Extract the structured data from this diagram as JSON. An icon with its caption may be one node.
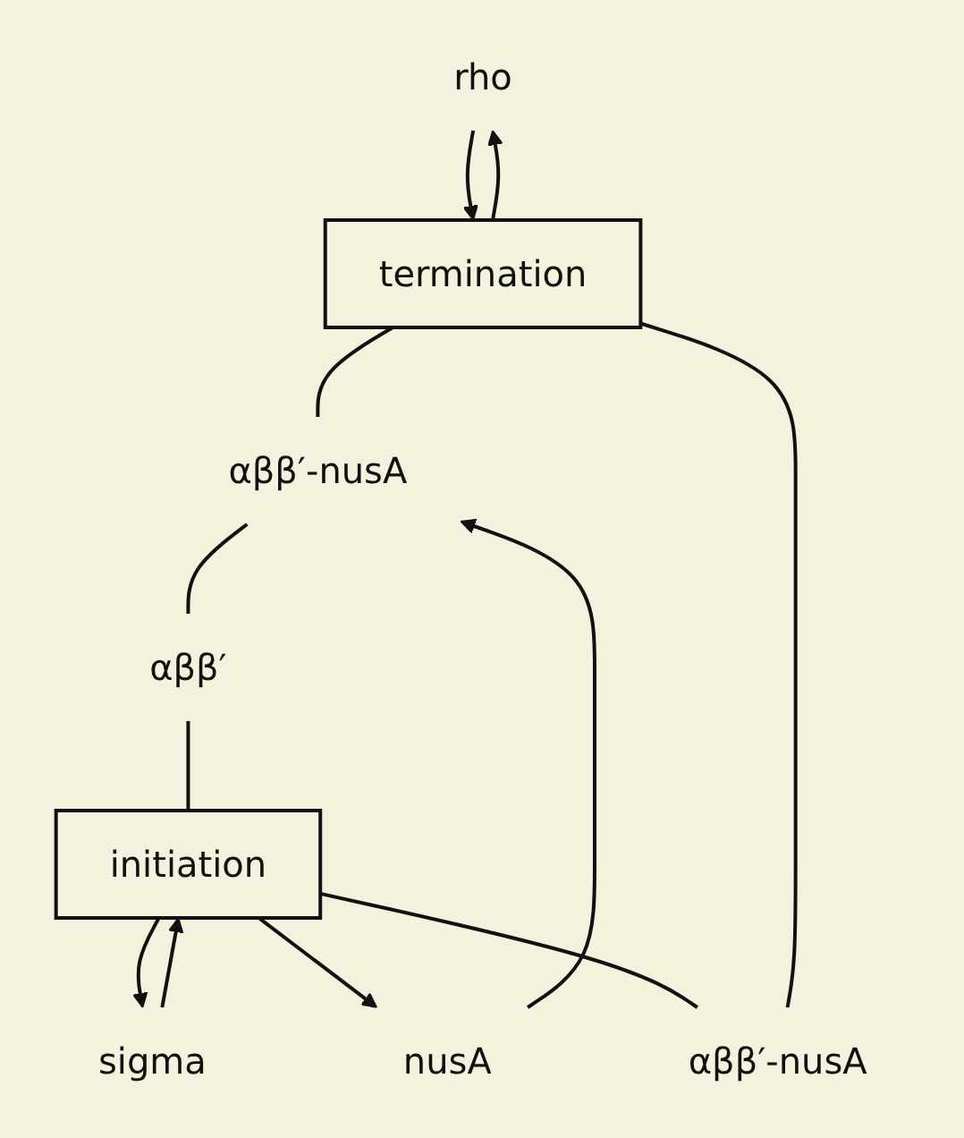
{
  "diagram": {
    "nodes": [
      {
        "text": [
          "rho"
        ]
      },
      {
        "text": [
          "termination"
        ]
      },
      {
        "text": [
          "αββ′-nusA"
        ]
      },
      {
        "text": [
          "nusA"
        ]
      },
      {
        "text": [
          "αββ′"
        ]
      },
      {
        "text": [
          "αββ′-nusA"
        ]
      },
      {
        "text": [
          "initiation"
        ]
      },
      {
        "text": [
          "sigma"
        ]
      }
    ],
    "edges": [
      {
        "from": 0,
        "to": 1,
        "arrow": "to"
      },
      {
        "from": 1,
        "to": 2,
        "arrow": "none"
      },
      {
        "from": 3,
        "to": 2,
        "arrow": "to"
      },
      {
        "from": 2,
        "to": 4,
        "arrow": "none"
      },
      {
        "from": 4,
        "to": 6,
        "arrow": "none"
      },
      {
        "from": 6,
        "to": 7,
        "arrow": "to"
      },
      {
        "from": 7,
        "to": 6,
        "arrow": "to"
      },
      {
        "from": 6,
        "to": 3,
        "arrow": "to"
      },
      {
        "from": 6,
        "to": 5,
        "arrow": "none"
      },
      {
        "from": 5,
        "to": 1,
        "arrow": "none"
      },
      {
        "from": 1,
        "to": 0,
        "arrow": "to"
      }
    ]
  }
}
